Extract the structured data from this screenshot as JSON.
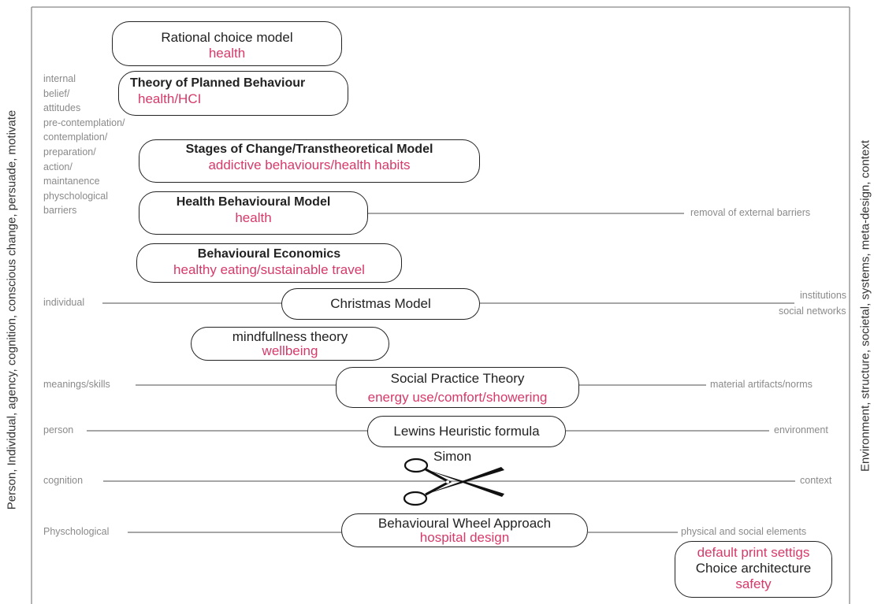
{
  "axis": {
    "left": "Person, Individual, agency, cognition, conscious change, persuade, motivate",
    "right": "Environment, structure, societal, systems, meta-design, context"
  },
  "internal_labels": [
    "internal",
    "belief/",
    "attitudes",
    "pre-contemplation/",
    "contemplation/",
    "preparation/",
    "action/",
    "maintanence",
    "physchological",
    "barriers"
  ],
  "models": [
    {
      "name": "Rational choice model",
      "sub": "health"
    },
    {
      "name": "Theory of Planned Behaviour",
      "sub": "health/HCI"
    },
    {
      "name": "Stages of Change/Transtheoretical Model",
      "sub": "addictive behaviours/health habits"
    },
    {
      "name": "Health Behavioural Model",
      "sub": "health"
    },
    {
      "name": "Behavioural Economics",
      "sub": "healthy eating/sustainable travel"
    },
    {
      "name": "Christmas Model",
      "sub": ""
    },
    {
      "name": "mindfullness theory",
      "sub": "wellbeing"
    },
    {
      "name": "Social Practice Theory",
      "sub": "energy use/comfort/showering"
    },
    {
      "name": "Lewins Heuristic formula",
      "sub": ""
    },
    {
      "name": "Simon",
      "sub": ""
    },
    {
      "name": "Behavioural Wheel Approach",
      "sub": "hospital design"
    },
    {
      "name": "Choice architecture",
      "sub_top": "default print settigs",
      "sub": "safety"
    }
  ],
  "left_labels": {
    "individual": "individual",
    "meanings": "meanings/skills",
    "person": "person",
    "cognition": "cognition",
    "physchological": "Physchological"
  },
  "right_labels": {
    "removal": "removal of external barriers",
    "institutions": "institutions",
    "social_networks": "social networks",
    "material": "material artifacts/norms",
    "environment": "environment",
    "context": "context",
    "physical": "physical and social elements"
  },
  "colors": {
    "accent": "#d63a6a",
    "line": "#888888",
    "border": "#222222",
    "label": "#8a8a8a"
  }
}
